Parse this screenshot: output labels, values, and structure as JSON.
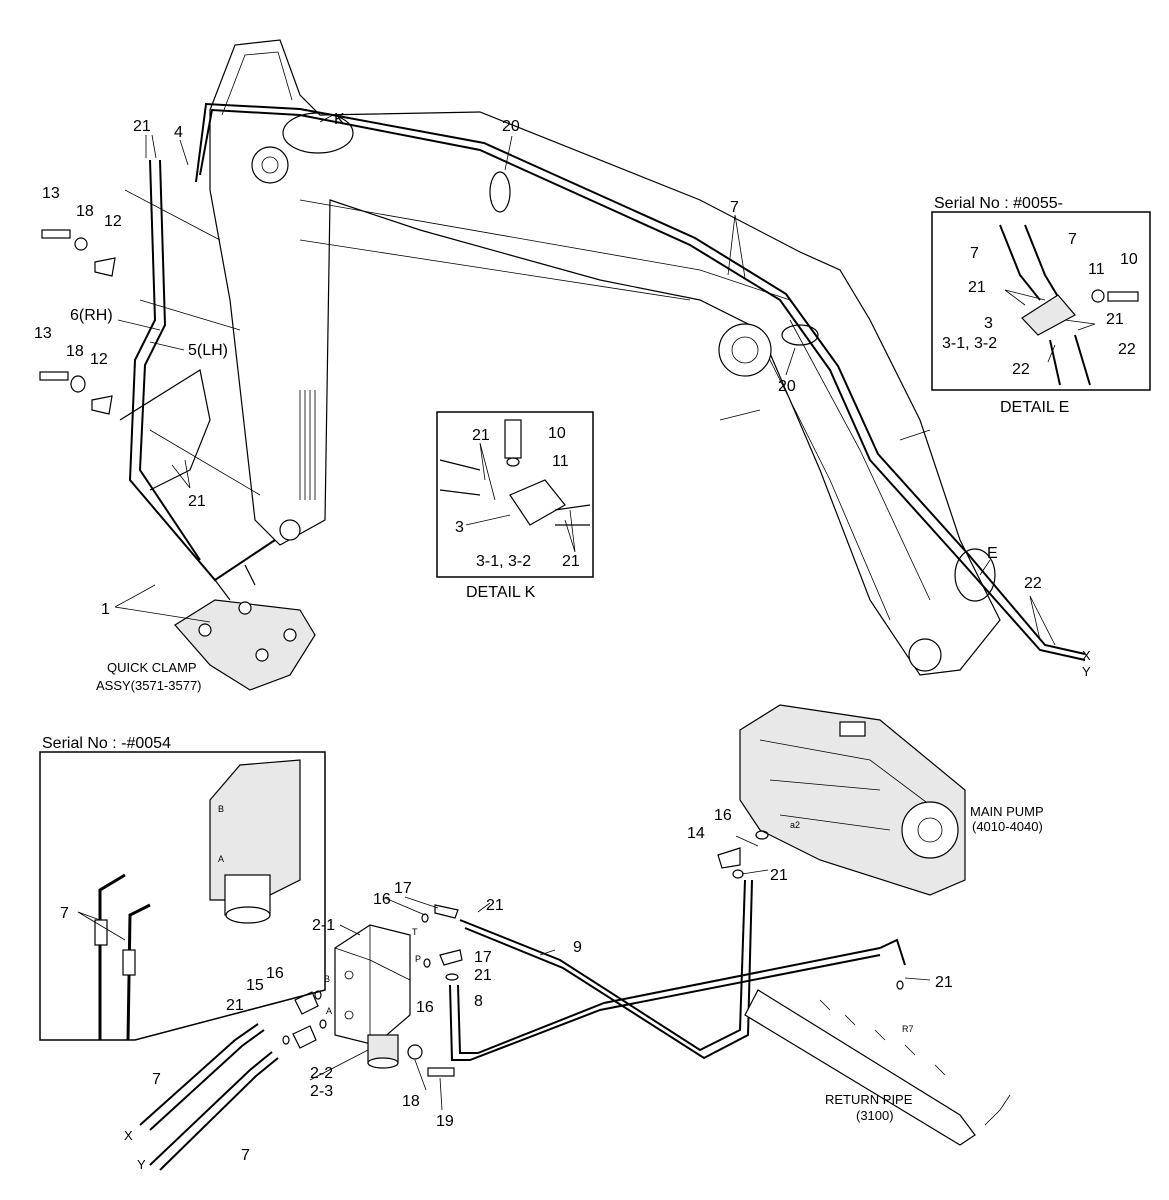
{
  "callouts": {
    "boom_21_top": "21",
    "boom_4": "4",
    "boom_13_a": "13",
    "boom_18_a": "18",
    "boom_12_a": "12",
    "boom_6rh": "6(RH)",
    "boom_5lh": "5(LH)",
    "boom_13_b": "13",
    "boom_18_b": "18",
    "boom_12_b": "12",
    "boom_21_mid": "21",
    "boom_1": "1",
    "boom_k": "K",
    "boom_20_a": "20",
    "boom_7": "7",
    "boom_20_b": "20",
    "boom_e": "E",
    "boom_22": "22",
    "boom_x": "X",
    "boom_y": "Y"
  },
  "quick_clamp": {
    "line1": "QUICK CLAMP",
    "line2": "ASSY(3571-3577)"
  },
  "detail_k": {
    "title": "DETAIL  K",
    "c21_a": "21",
    "c10": "10",
    "c11": "11",
    "c3": "3",
    "c31": "3-1, 3-2",
    "c21_b": "21"
  },
  "detail_e": {
    "serial": "Serial No : #0055-",
    "title": "DETAIL  E",
    "c7_a": "7",
    "c7_b": "7",
    "c11": "11",
    "c10": "10",
    "c21_a": "21",
    "c21_b": "21",
    "c3": "3",
    "c31": "3-1, 3-2",
    "c22_a": "22",
    "c22_b": "22"
  },
  "serial_old": {
    "serial": "Serial No : -#0054",
    "c7": "7",
    "port_b": "B",
    "port_a": "A"
  },
  "valve": {
    "c2_1": "2-1",
    "c16_top": "16",
    "c17_top": "17",
    "c21_top": "21",
    "port_t": "T",
    "port_p": "P",
    "c17_mid": "17",
    "c21_mid": "21",
    "c16_mid": "16",
    "c8": "8",
    "c9": "9",
    "c16_left": "16",
    "c15": "15",
    "c21_left": "21",
    "port_b": "B",
    "port_a": "A",
    "c2_2": "2-2",
    "c2_3": "2-3",
    "c18": "18",
    "c19": "19",
    "c7_a": "7",
    "c7_b": "7",
    "c_x": "X",
    "c_y": "Y"
  },
  "pump": {
    "line1": "MAIN PUMP",
    "line2": "(4010-4040)",
    "c16": "16",
    "c14": "14",
    "c21": "21",
    "port_a2": "a2"
  },
  "return_pipe": {
    "line1": "RETURN PIPE",
    "line2": "(3100)",
    "c21": "21",
    "port_r7": "R7"
  }
}
